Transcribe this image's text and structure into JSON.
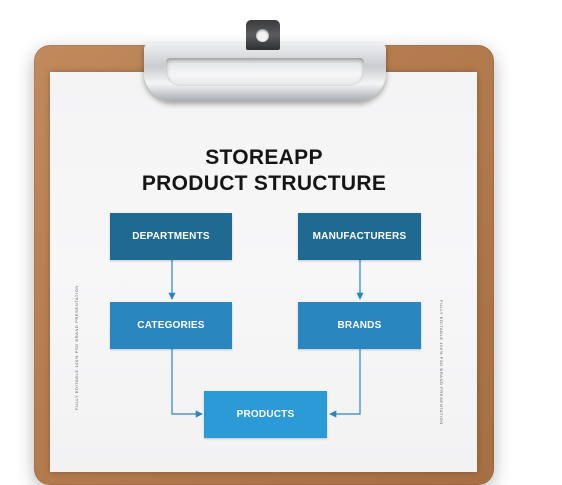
{
  "title": {
    "line1": "STOREAPP",
    "line2": "PRODUCT STRUCTURE"
  },
  "nodes": {
    "departments": "DEPARTMENTS",
    "manufacturers": "MANUFACTURERS",
    "categories": "CATEGORIES",
    "brands": "BRANDS",
    "products": "PRODUCTS"
  },
  "edges": [
    {
      "from": "departments",
      "to": "categories"
    },
    {
      "from": "manufacturers",
      "to": "brands"
    },
    {
      "from": "categories",
      "to": "products"
    },
    {
      "from": "brands",
      "to": "products"
    }
  ],
  "side_text": {
    "left": "FULLY EDITABLE 100% PSD BRAND PRESENTATION",
    "right": "FULLY EDITABLE 100% PSD BRAND PRESENTATION"
  },
  "colors": {
    "node_dark": "#1f6a91",
    "node_mid": "#2a86bf",
    "node_light": "#2d9ad8",
    "connector": "#2a86bf"
  }
}
